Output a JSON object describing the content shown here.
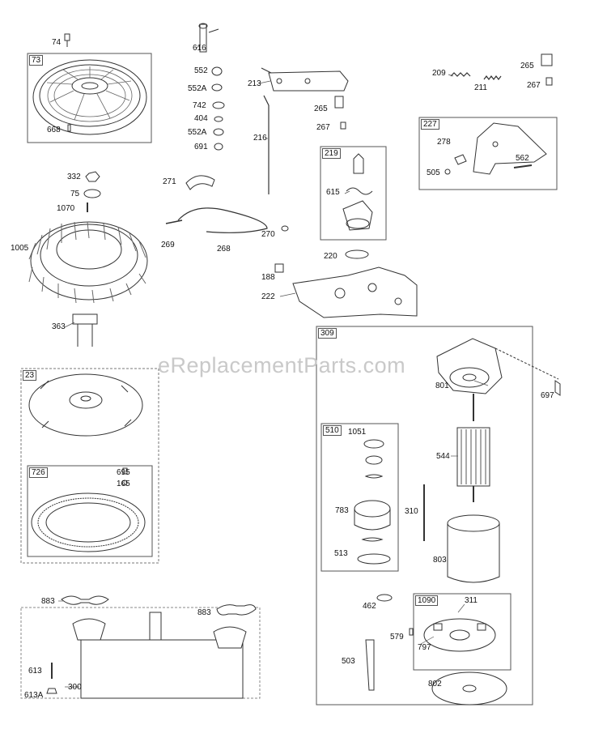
{
  "watermark": "eReplacementParts.com",
  "boxes": {
    "b73": "73",
    "b219": "219",
    "b227": "227",
    "b309": "309",
    "b23": "23",
    "b726": "726",
    "b510": "510",
    "b1090": "1090"
  },
  "labels": {
    "l74": "74",
    "l668": "668",
    "l616": "616",
    "l552": "552",
    "l552a1": "552A",
    "l742": "742",
    "l404": "404",
    "l552a2": "552A",
    "l691": "691",
    "l213": "213",
    "l216": "216",
    "l265a": "265",
    "l267a": "267",
    "l209": "209",
    "l211": "211",
    "l265b": "265",
    "l267b": "267",
    "l278": "278",
    "l505": "505",
    "l562": "562",
    "l615": "615",
    "l220": "220",
    "l332": "332",
    "l75": "75",
    "l1070": "1070",
    "l271": "271",
    "l269": "269",
    "l268": "268",
    "l270": "270",
    "l1005": "1005",
    "l188": "188",
    "l222": "222",
    "l363": "363",
    "l801": "801",
    "l697": "697",
    "l1051": "1051",
    "l544": "544",
    "l783": "783",
    "l310": "310",
    "l513": "513",
    "l803": "803",
    "l695": "695",
    "l165": "165",
    "l462": "462",
    "l311": "311",
    "l579": "579",
    "l797": "797",
    "l503": "503",
    "l802": "802",
    "l883a": "883",
    "l883b": "883",
    "l613": "613",
    "l613a": "613A",
    "l300": "300"
  }
}
